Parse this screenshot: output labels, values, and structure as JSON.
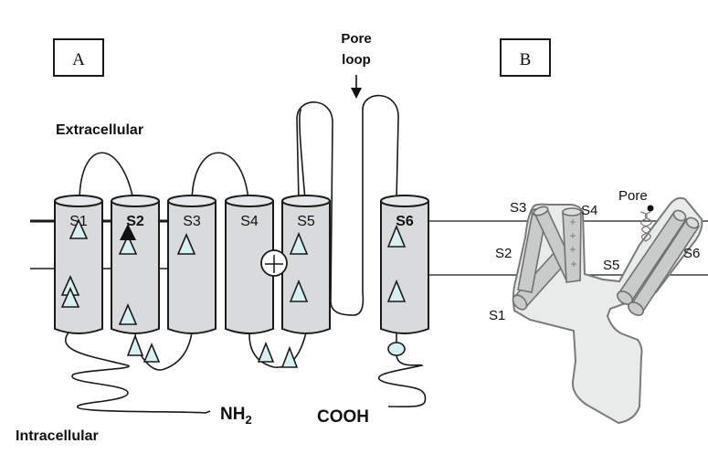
{
  "panel_a": {
    "label": "A",
    "extracellular_label": "Extracellular",
    "intracellular_label": "Intracellular",
    "pore_loop_label_line1": "Pore",
    "pore_loop_label_line2": "loop",
    "n_terminus": "NH",
    "n_terminus_subscript": "2",
    "c_terminus": "COOH",
    "charge_symbol": "+",
    "segments": [
      {
        "label": "S1"
      },
      {
        "label": "S2"
      },
      {
        "label": "S3"
      },
      {
        "label": "S4"
      },
      {
        "label": "S5"
      },
      {
        "label": "S6"
      }
    ]
  },
  "panel_b": {
    "label": "B",
    "pore_label": "Pore",
    "segment_labels": {
      "s1": "S1",
      "s2": "S2",
      "s3": "S3",
      "s4": "S4",
      "s5": "S5",
      "s6": "S6"
    },
    "s4_charges": [
      "+",
      "+",
      "+",
      "+"
    ]
  },
  "colors": {
    "helix_fill": "#d9dadb",
    "marker_fill": "#d9f0f2",
    "panel_b_body": "#e9eaea"
  }
}
